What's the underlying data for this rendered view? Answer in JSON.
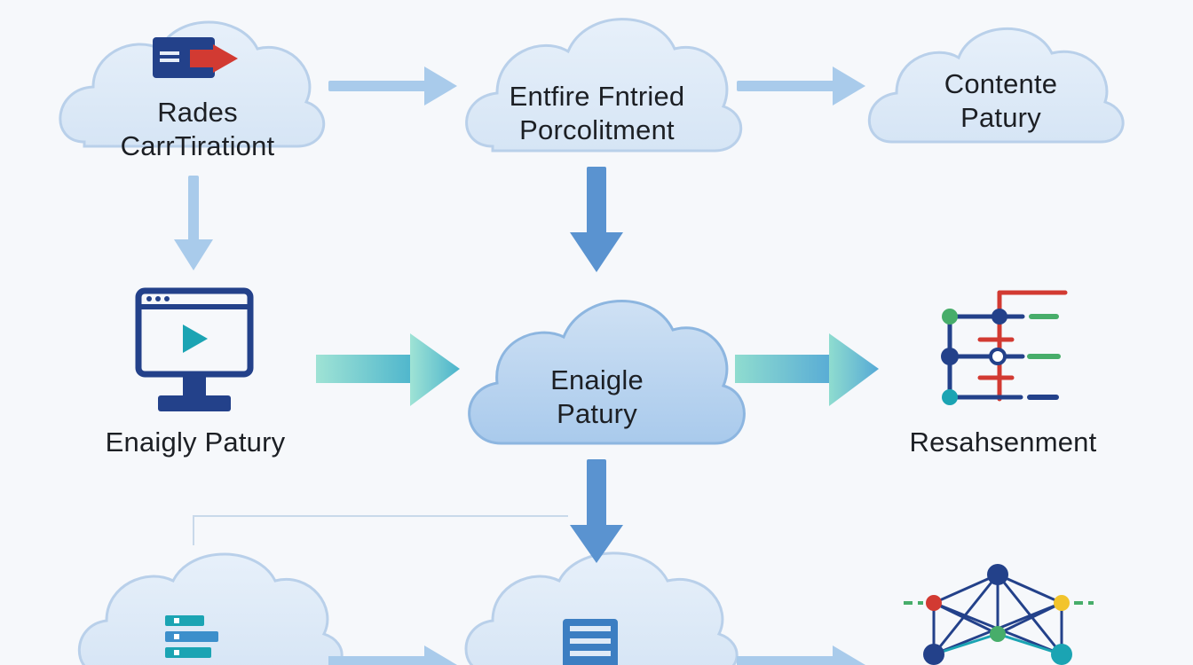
{
  "nodes": {
    "top_left": {
      "line1": "Rades",
      "line2": "CarrTirationt"
    },
    "top_center": {
      "line1": "Entfire Fntried",
      "line2": "Porcolitment"
    },
    "top_right": {
      "line1": "Contente",
      "line2": "Patury"
    },
    "mid_left": {
      "label": "Enaigly Patury"
    },
    "mid_center": {
      "line1": "Enaigle",
      "line2": "Patury"
    },
    "mid_right": {
      "label": "Resahsenment"
    }
  },
  "icons": {
    "top_left": "presentation-icon",
    "mid_left": "video-monitor-icon",
    "mid_right": "flowchart-icon",
    "bottom_left": "database-list-icon",
    "bottom_center": "server-icon",
    "bottom_right": "network-graph-icon"
  },
  "colors": {
    "background": "#f6f8fb",
    "cloud_fill": "#dde9f7",
    "cloud_stroke": "#b7cfe9",
    "cloud_center_fill": "#b9d4ef",
    "arrow_light": "#aacbea",
    "arrow_dark": "#5a93d0",
    "arrow_teal_start": "#8fe0d2",
    "arrow_teal_end": "#45b4cc",
    "icon_navy": "#23418a",
    "icon_red": "#d23a32",
    "icon_teal": "#1ba4b3",
    "icon_green": "#47ad6a",
    "icon_yellow": "#f2c42c"
  }
}
